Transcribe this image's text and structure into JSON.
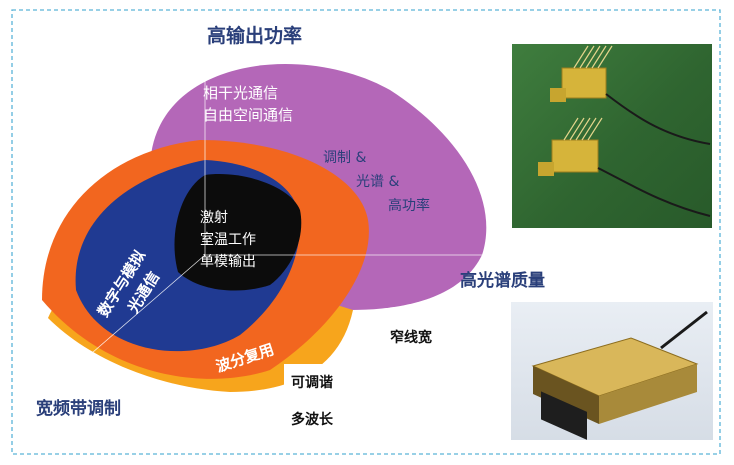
{
  "labels": {
    "high_output_power": "高输出功率",
    "coherent_comm": "相干光通信",
    "free_space_comm": "自由空间通信",
    "modulation_amp": "调制 &",
    "spectrum_amp": "光谱 &",
    "high_power": "高功率",
    "core_line1": "激射",
    "core_line2": "室温工作",
    "core_line3": "单模输出",
    "digital_analog_line1": "数字与模拟",
    "digital_analog_line2": "光通信",
    "wdm": "波分复用",
    "high_spectral_quality": "高光谱质量",
    "narrow_linewidth": "窄线宽",
    "tunable": "可调谐",
    "multi_wavelength": "多波长",
    "broadband_modulation": "宽频带调制"
  },
  "colors": {
    "purple": "#b467b8",
    "orange": "#f2661f",
    "yellow_orange": "#f7a51c",
    "blue": "#203a92",
    "core": "#0c0c0c",
    "frame_dash": "#5ab4d8",
    "label_dark": "#2a3f7a"
  }
}
